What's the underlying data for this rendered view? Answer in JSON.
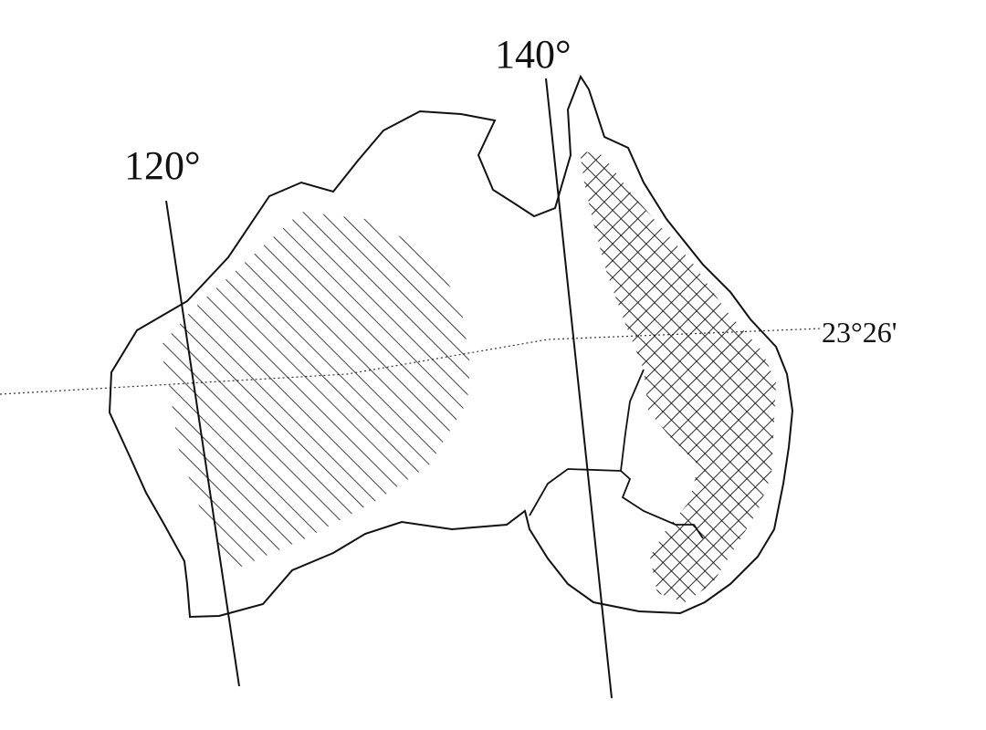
{
  "map": {
    "meridians": [
      {
        "label": "120°"
      },
      {
        "label": "140°"
      }
    ],
    "tropic_label": "23°26'",
    "colors": {
      "ink": "#111111",
      "background": "#ffffff"
    }
  }
}
